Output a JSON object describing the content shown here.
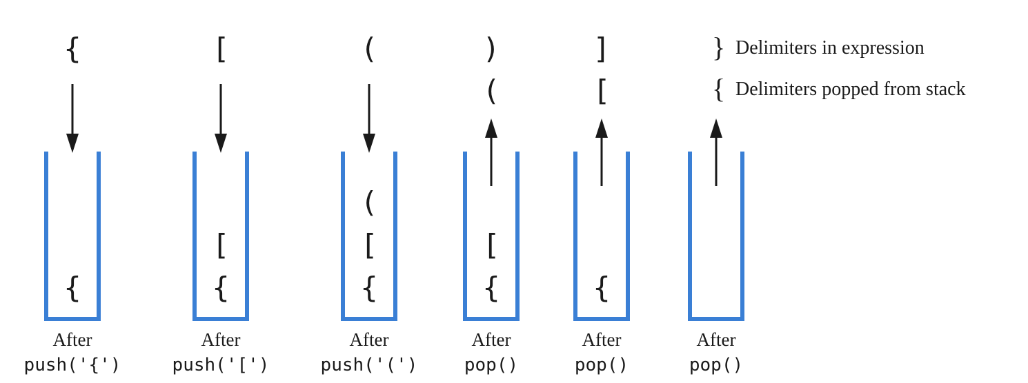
{
  "legend": {
    "expression_brace": "}",
    "expression_label": "Delimiters in expression",
    "popped_brace": "{",
    "popped_label": "Delimiters popped from stack"
  },
  "steps": [
    {
      "expression_delim": "{",
      "popped_delim": "",
      "direction": "push",
      "stack": [
        "{"
      ],
      "caption_line1": "After",
      "caption_line2": "push('{')"
    },
    {
      "expression_delim": "[",
      "popped_delim": "",
      "direction": "push",
      "stack": [
        "{",
        "["
      ],
      "caption_line1": "After",
      "caption_line2": "push('[')"
    },
    {
      "expression_delim": "(",
      "popped_delim": "",
      "direction": "push",
      "stack": [
        "{",
        "[",
        "("
      ],
      "caption_line1": "After",
      "caption_line2": "push('(')"
    },
    {
      "expression_delim": ")",
      "popped_delim": "(",
      "direction": "pop",
      "stack": [
        "{",
        "["
      ],
      "caption_line1": "After",
      "caption_line2": "pop()"
    },
    {
      "expression_delim": "]",
      "popped_delim": "[",
      "direction": "pop",
      "stack": [
        "{"
      ],
      "caption_line1": "After",
      "caption_line2": "pop()"
    },
    {
      "expression_delim": "",
      "popped_delim": "",
      "direction": "pop",
      "stack": [],
      "caption_line1": "After",
      "caption_line2": "pop()"
    }
  ],
  "colors": {
    "stack_outline": "#3a7fd5",
    "ink": "#1a1a1a"
  }
}
